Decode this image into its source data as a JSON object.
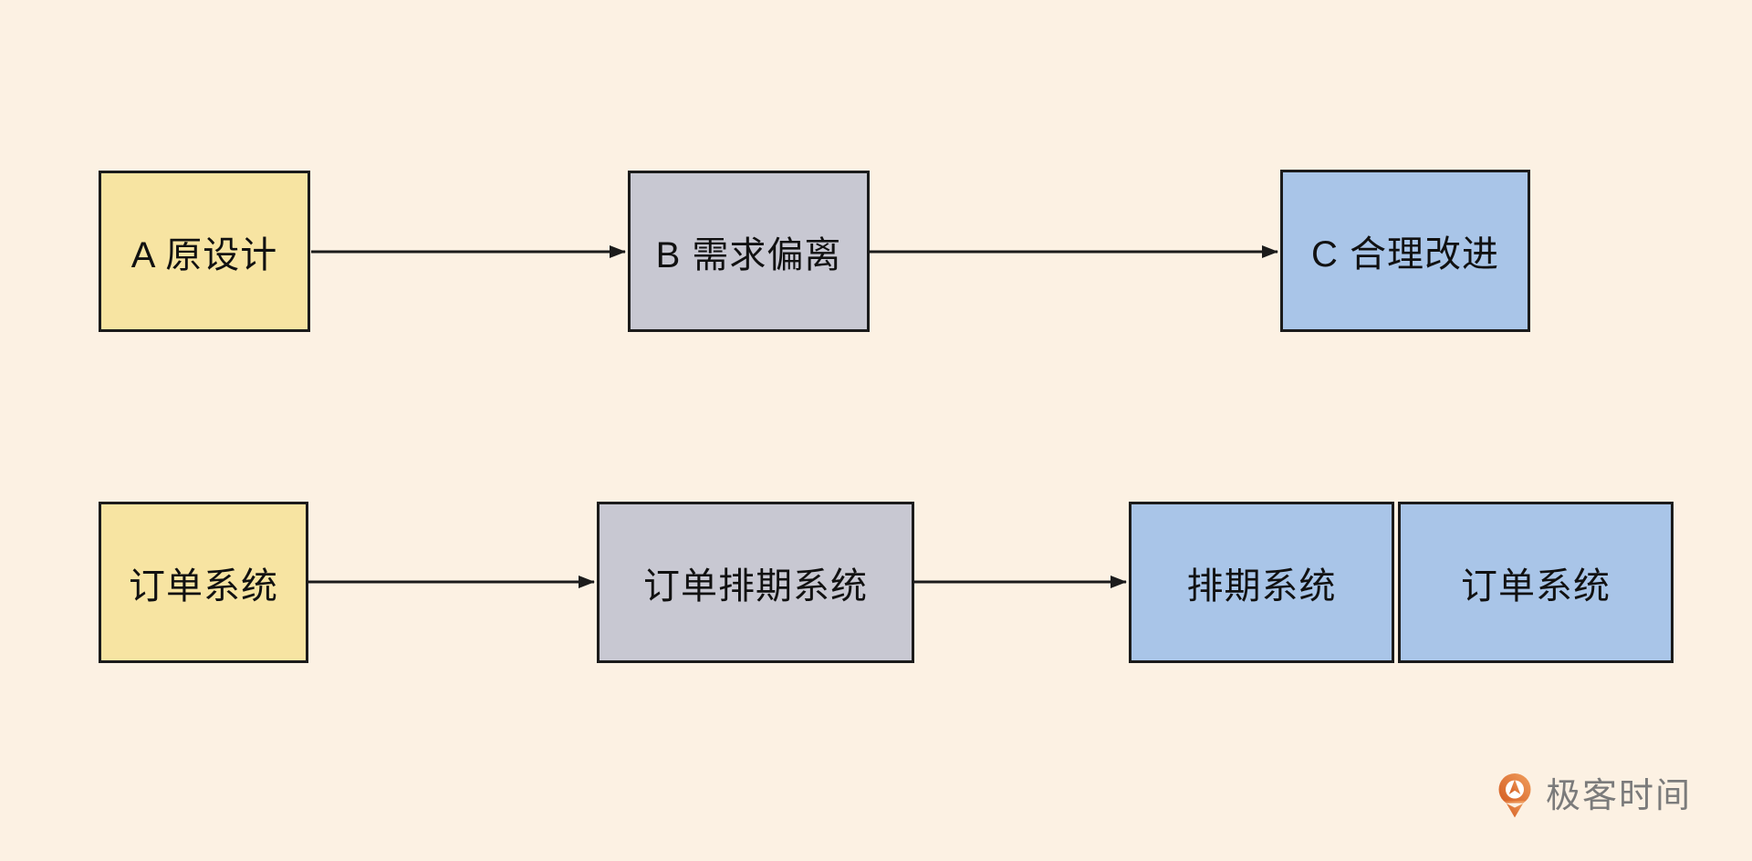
{
  "background_color": "#FCF1E3",
  "diagram": {
    "top_row": {
      "nodes": [
        {
          "id": "A",
          "label": "A 原设计",
          "fill": "#F7E4A2",
          "border": "#1B1B1B"
        },
        {
          "id": "B",
          "label": "B 需求偏离",
          "fill": "#C8C8D2",
          "border": "#1B1B1B"
        },
        {
          "id": "C",
          "label": "C 合理改进",
          "fill": "#A9C5E8",
          "border": "#1B1B1B"
        }
      ],
      "edges": [
        {
          "from": "A",
          "to": "B"
        },
        {
          "from": "B",
          "to": "C"
        }
      ]
    },
    "bottom_row": {
      "nodes": [
        {
          "id": "order",
          "label": "订单系统",
          "fill": "#F7E4A2",
          "border": "#1B1B1B"
        },
        {
          "id": "order-schedule",
          "label": "订单排期系统",
          "fill": "#C8C8D2",
          "border": "#1B1B1B"
        },
        {
          "id": "schedule",
          "label": "排期系统",
          "fill": "#A9C5E8",
          "border": "#1B1B1B"
        },
        {
          "id": "order-2",
          "label": "订单系统",
          "fill": "#A9C5E8",
          "border": "#1B1B1B"
        }
      ],
      "edges": [
        {
          "from": "order",
          "to": "order-schedule"
        },
        {
          "from": "order-schedule",
          "to": "schedule"
        }
      ]
    },
    "arrow_color": "#1B1B1B",
    "text_color": "#111111"
  },
  "branding": {
    "logo_text": "极客时间",
    "logo_text_color": "#7B7B7B",
    "logo_gradient_light": "#F09E5D",
    "logo_gradient_dark": "#D35A20"
  }
}
